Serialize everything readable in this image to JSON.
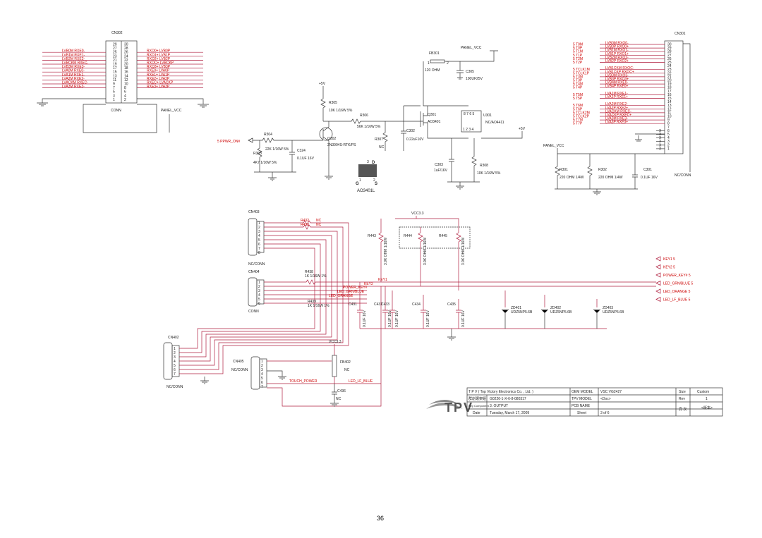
{
  "page_number": "36",
  "top_left": {
    "cn302": "CN302",
    "cn302_rows": [
      {
        "a": "29",
        "b": "30",
        "sl": "",
        "sr": ""
      },
      {
        "a": "27",
        "b": "28",
        "sl": "",
        "sr": ""
      },
      {
        "a": "25",
        "b": "26",
        "sl": "LVB0M  RXE0-",
        "sr": "RXO0+  LVB0P"
      },
      {
        "a": "23",
        "b": "24",
        "sl": "LVB1M  RXE1-",
        "sr": "RXO1+  LVB1P"
      },
      {
        "a": "21",
        "b": "22",
        "sl": "LVB2M  RXE2-",
        "sr": "RXO2+  LVB2P"
      },
      {
        "a": "19",
        "b": "20",
        "sl": "LVBCKM RXEC-",
        "sr": "RXOC+  LVBCKP"
      },
      {
        "a": "17",
        "b": "18",
        "sl": "LVB3M  RXE3-",
        "sr": "RXO3+  LVB3P"
      },
      {
        "a": "15",
        "b": "16",
        "sl": "LVA0M  RXE0-",
        "sr": "RXE0+  LVA0P"
      },
      {
        "a": "13",
        "b": "14",
        "sl": "LVA1M  RXE1-",
        "sr": "RXE1+  LVA1P"
      },
      {
        "a": "11",
        "b": "12",
        "sl": "LVA2M  RXE2-",
        "sr": "RXE2+  LVA2P"
      },
      {
        "a": "9",
        "b": "10",
        "sl": "LVACKM RXEC-",
        "sr": "RXEC+  LVACKP"
      },
      {
        "a": "7",
        "b": "8",
        "sl": "LVA3M  RXE3-",
        "sr": "RXE3+  LVA3P"
      },
      {
        "a": "5",
        "b": "6",
        "sl": "",
        "sr": ""
      },
      {
        "a": "3",
        "b": "4",
        "sl": "",
        "sr": ""
      },
      {
        "a": "1",
        "b": "2",
        "sl": "",
        "sr": ""
      }
    ],
    "conn": "CONN",
    "panel_vcc": "PANEL_VCC",
    "ppwr_on": "5  PPWR_ON#",
    "r304": "R304",
    "r304_val": "22K 1/16W 5%",
    "r303": "R303",
    "r303_val": "4K7 1/16W 5%",
    "c324": "C324",
    "c324_val": "0.1UF  16V",
    "r305": "R305",
    "r305_val": "10K 1/16W 5%",
    "plus5v_a": "+5V",
    "q302": "Q302",
    "q302_val": "2N3904S-RTK/PS",
    "r306": "R306",
    "r306_val": "56K 1/16W 5%",
    "r307": "R307",
    "r307_val": "NC",
    "c302": "C302",
    "c302_val": "0.22uF16V",
    "fb301": "FB301",
    "fb301_val": "120 OHM",
    "panel_vcc2": "PANEL_VCC",
    "c305": "C305",
    "c305_val": "100UF25V",
    "q301": "Q301",
    "q301_val": "AO3401",
    "u301": "U301",
    "u301_val": "NC/AO4411",
    "plus5v_b": "+5V",
    "c303": "C303",
    "c303_val": "1uF/16V",
    "r308": "R308",
    "r308_val": "10K 1/16W 5%",
    "pkg_d": "D",
    "pkg_g": "G",
    "pkg_s": "S",
    "pkg_name": "AO3401L"
  },
  "top_right": {
    "cn301": "CN301",
    "rows": [
      {
        "n": "30",
        "t": "5  T0M",
        "l": "LVB0M  RXO0-"
      },
      {
        "n": "29",
        "t": "5  T0P",
        "l": "LVB0P  RXO0+"
      },
      {
        "n": "28",
        "t": "5  T1M",
        "l": "LVB1M  RXO1-"
      },
      {
        "n": "27",
        "t": "5  T1P",
        "l": "LVB1P  RXO1+"
      },
      {
        "n": "26",
        "t": "5  T2M",
        "l": "LVB2M  RXO2-"
      },
      {
        "n": "25",
        "t": "5  T2P",
        "l": "LVB2P  RXO2+"
      },
      {
        "n": "24",
        "t": "",
        "l": ""
      },
      {
        "n": "23",
        "t": "5  TCLK1M",
        "l": "LVB1CKM RXOC-"
      },
      {
        "n": "22",
        "t": "5  TCLK1P",
        "l": "LVB1CKP RXOC+"
      },
      {
        "n": "21",
        "t": "5  T3M",
        "l": "LVB3M  RXO3-"
      },
      {
        "n": "20",
        "t": "5  T3P",
        "l": "LVB3P  RXO3+"
      },
      {
        "n": "19",
        "t": "5  T4M",
        "l": "LVB4M  RXE0-"
      },
      {
        "n": "18",
        "t": "5  T4P",
        "l": "LVB4P  RXE0+"
      },
      {
        "n": "17",
        "t": "",
        "l": ""
      },
      {
        "n": "16",
        "t": "5  T5M",
        "l": "LVA1M  RXE1-"
      },
      {
        "n": "15",
        "t": "5  T5P",
        "l": "LVA1P  RXE1+"
      },
      {
        "n": "14",
        "t": "",
        "l": ""
      },
      {
        "n": "13",
        "t": "5  T6M",
        "l": "LVA2M  RXE2-"
      },
      {
        "n": "12",
        "t": "5  T6P",
        "l": "LVA2P  RXE2+"
      },
      {
        "n": "11",
        "t": "5  TCLK2M",
        "l": "LVACKM RXEC-"
      },
      {
        "n": "10",
        "t": "5  TCLK2P",
        "l": "LVACKP RXEC+"
      },
      {
        "n": "9",
        "t": "5  T7M",
        "l": "LVA3M  RXE3-"
      },
      {
        "n": "8",
        "t": "5  T7P",
        "l": "LVA3P  RXE3+"
      },
      {
        "n": "7",
        "t": "",
        "l": ""
      },
      {
        "n": "6",
        "t": "",
        "l": ""
      },
      {
        "n": "5",
        "t": "",
        "l": ""
      },
      {
        "n": "4",
        "t": "",
        "l": ""
      },
      {
        "n": "3",
        "t": "",
        "l": ""
      },
      {
        "n": "2",
        "t": "",
        "l": ""
      },
      {
        "n": "1",
        "t": "",
        "l": ""
      }
    ],
    "panel_vcc": "PANEL_VCC",
    "r301": "R301",
    "r301_val": "220 OHM 1/4W",
    "r302": "R302",
    "r302_val": "220 OHM 1/4W",
    "c301": "C301",
    "c301_val": "0.1UF  16V",
    "nc_conn": "NC/CONN"
  },
  "bottom": {
    "cn403": "CN403",
    "cn403_pins": [
      "1",
      "2",
      "3",
      "4",
      "5",
      "6",
      "7",
      "8"
    ],
    "nc_conn_403": "NC/CONN",
    "r432": "R432",
    "r432_val": "NC",
    "r433": "R433",
    "r433_val": "NC",
    "cn404": "CN404",
    "cn404_pins": [
      "1",
      "2",
      "3",
      "4",
      "5",
      "6"
    ],
    "conn_404": "CONN",
    "r438": "R438",
    "r438_val": "1K 1/16W 1%",
    "r439": "R439",
    "r439_val": "1K 1/16W 1%",
    "net_key1": "KEY1",
    "net_key2": "KEY2",
    "net_power_key": "POWER_KEY#",
    "net_led_grn": "LED_GRN/BLUE",
    "net_led_orange": "LED_ORANGE",
    "vcc33": "VCC3.3",
    "r443": "R443",
    "r443_val": "3.9K OHM 1/16W",
    "r444": "R444",
    "r444_val": "3.9K OHM 1/16W",
    "r445": "R445",
    "r445_val": "3.9K OHM 1/16W",
    "caps": [
      {
        "n": "C431",
        "v": "0.1UF   16V"
      },
      {
        "n": "C432",
        "v": "0.1UF   16V"
      },
      {
        "n": "C433",
        "v": "0.1UF   16V"
      },
      {
        "n": "C434",
        "v": "0.1UF   16V"
      },
      {
        "n": "C435",
        "v": "0.1UF   16V"
      }
    ],
    "zd401": "ZD401",
    "zd401_val": "UDZ5NP5.6B",
    "zd402": "ZD402",
    "zd402_val": "UDZ5NP5.6B",
    "zd403": "ZD403",
    "zd403_val": "UDZ5NP5.6B",
    "ports": [
      "KEY1  5",
      "KEY2  5",
      "POWER_KEY#  5",
      "LED_GRN/BLUE  5",
      "LED_ORANGE  5",
      "LED_LF_BLUE  5"
    ],
    "cn402": "CN402",
    "cn402_pins": [
      "1",
      "2",
      "3",
      "4",
      "5",
      "6",
      "7"
    ],
    "nc_conn_402": "NC/CONN",
    "cn405": "CN405",
    "cn405_pins": [
      "1",
      "2",
      "3",
      "4",
      "5",
      "6",
      "7"
    ],
    "nc_conn_405": "NC/CONN",
    "vcc33_b": "VCC3.3",
    "fb402": "FB402",
    "fb402_val": "NC",
    "touch_power": "TOUCH_POWER",
    "led_lf_blue": "LED_LF_BLUE",
    "c436": "C436",
    "c436_val": "NC"
  },
  "title_block": {
    "company": "T P V  ( Top   Victory   Electronics   Co. ,   Ltd. )",
    "oem_model_label": "OEM MODEL",
    "oem_model": "VSC VG2427",
    "size_label": "Size",
    "size": "Custom",
    "key_label": "Key Component",
    "doc_label": "群創選架組",
    "doc_no": "G0226-1-X-6-8-080317",
    "tpv_model_label": "TPV MODEL",
    "tpv_model": "<Doc>",
    "rev_label": "Rev",
    "rev": "1",
    "sheet_title": "3.  OUTPUT",
    "pcb_label": "PCB NAME",
    "page_label": "頁 次",
    "ver": "<版本>",
    "date_label": "Date",
    "date": "Tuesday, March 17, 2009",
    "sheet_label": "Sheet",
    "sheet": "3   of   6",
    "logo_text": "TPV"
  }
}
